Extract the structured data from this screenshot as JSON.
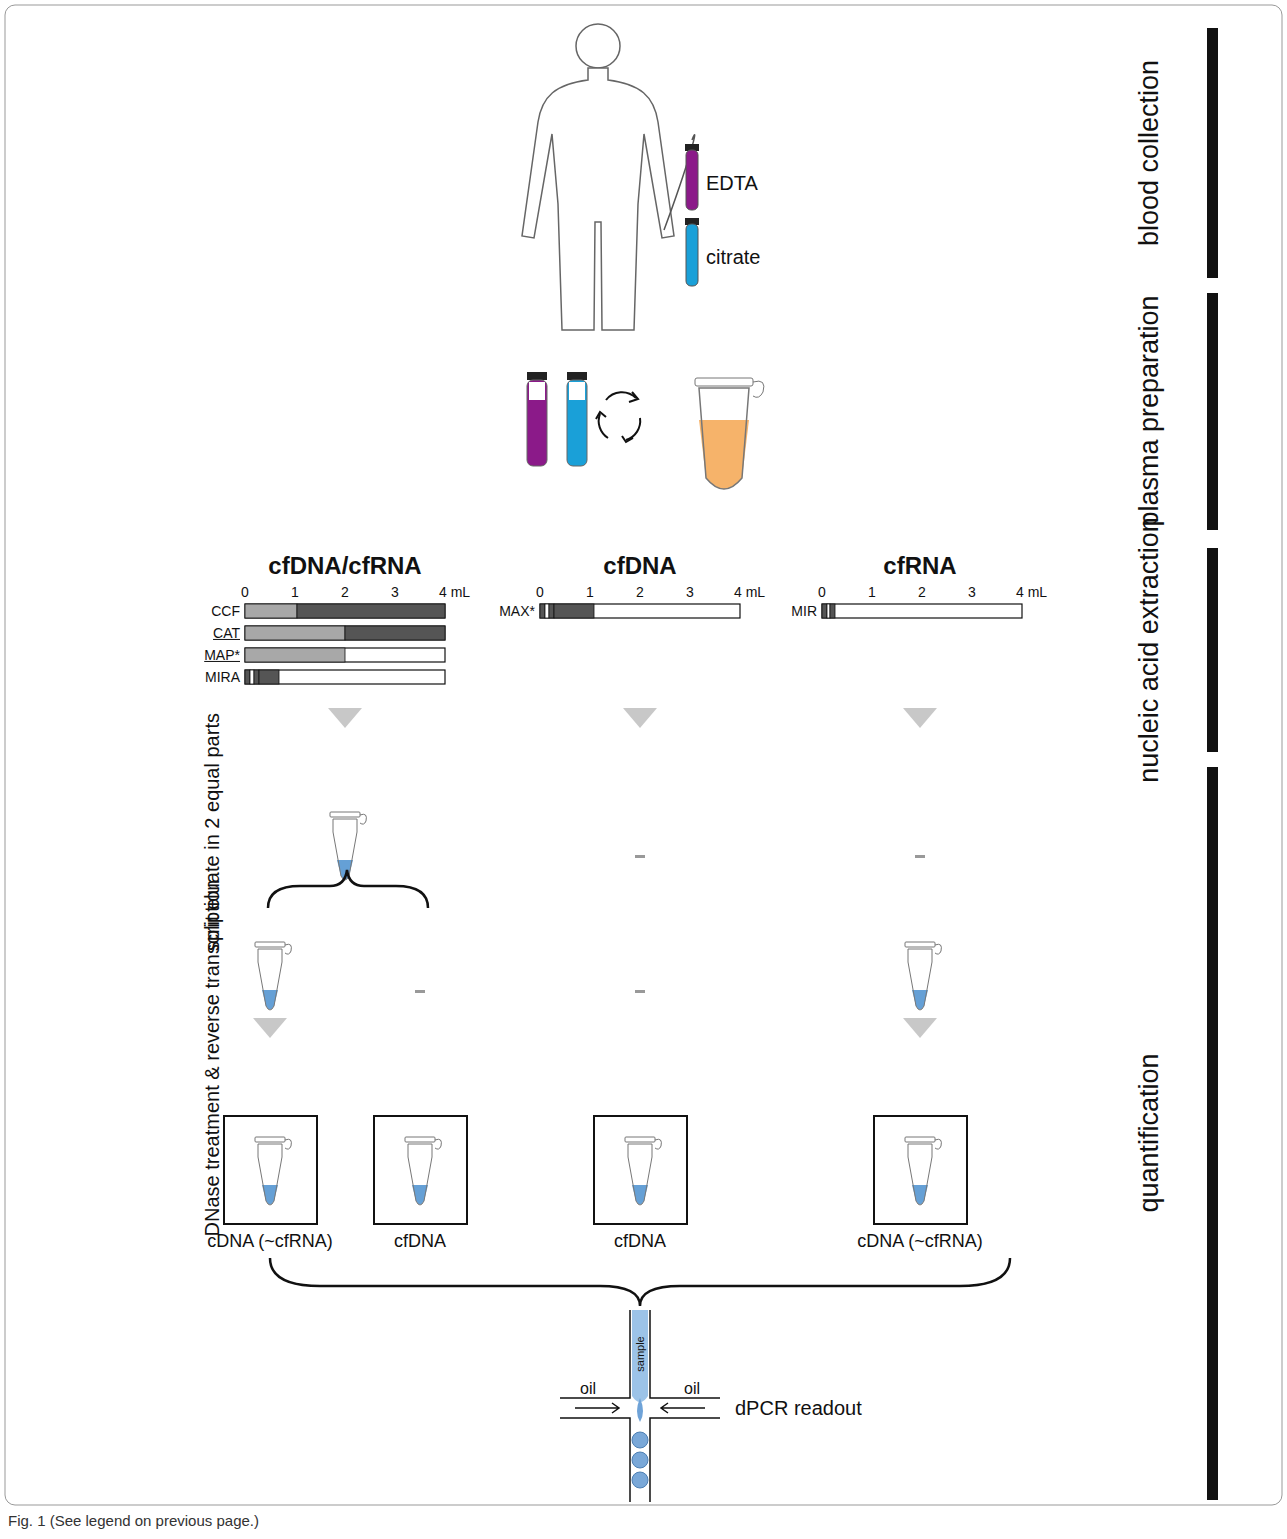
{
  "diagram": {
    "caption": "Fig. 1 (See legend on previous page.)",
    "nodes": [
      {
        "text": [
          "cDNA (~cfRNA)"
        ]
      },
      {
        "text": [
          "cfDNA"
        ]
      },
      {
        "text": [
          "cfDNA"
        ]
      },
      {
        "text": [
          "cDNA (~cfRNA)"
        ]
      }
    ],
    "labels": [
      "EDTA",
      "citrate",
      "blood collection",
      "plasma preparation",
      "nucleic acid extraction",
      "quantification",
      "cfDNA/cfRNA",
      "cfDNA",
      "cfRNA",
      "0",
      "1",
      "2",
      "3",
      "4 mL",
      "0",
      "1",
      "2",
      "3",
      "4 mL",
      "0",
      "1",
      "2",
      "3",
      "4 mL",
      "CCF",
      "CAT",
      "MAP*",
      "MIRA",
      "MAX*",
      "MIR",
      "split eluate in 2 equal parts",
      "DNase treatment & reverse transcription",
      "oil",
      "oil",
      "sample",
      "dPCR readout"
    ]
  }
}
